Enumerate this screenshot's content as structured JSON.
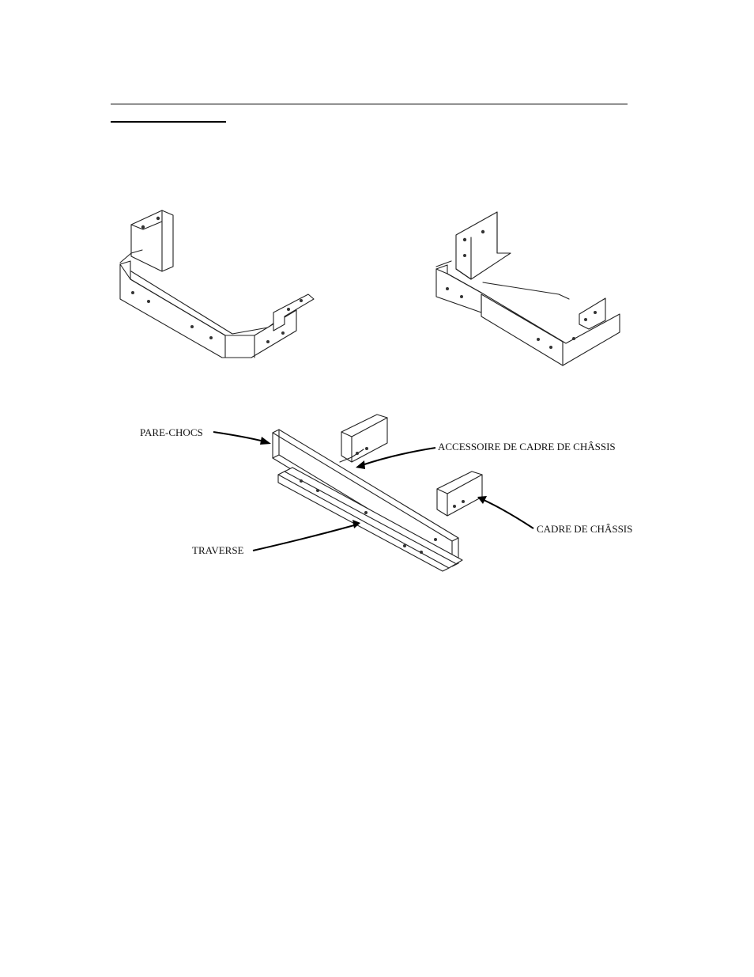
{
  "callouts": {
    "bumper": "PARE-CHOCS",
    "frame_accessory": "ACCESSOIRE DE CADRE DE CHÂSSIS",
    "frame": "CADRE DE CHÂSSIS",
    "crossmember": "TRAVERSE"
  }
}
